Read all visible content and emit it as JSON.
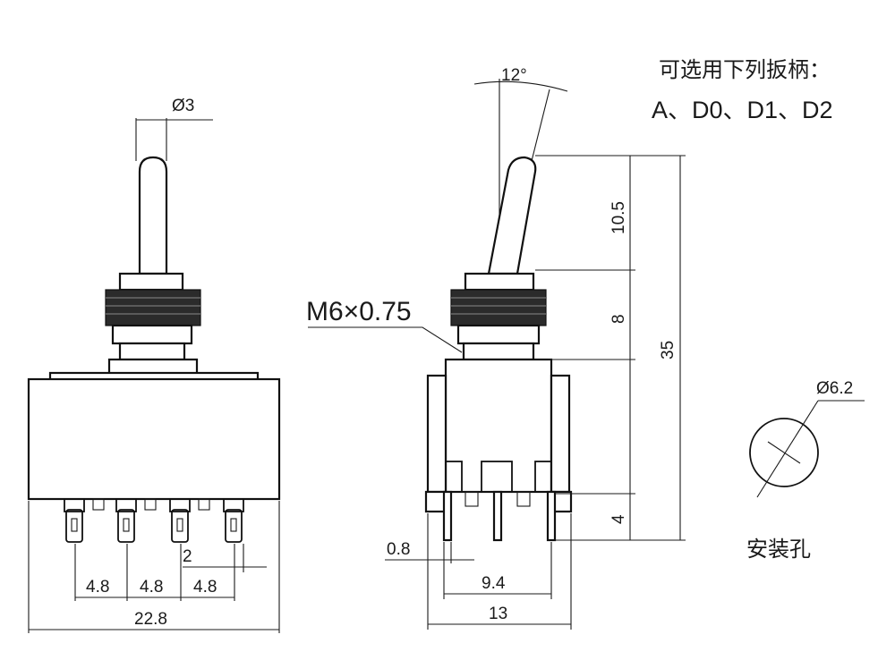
{
  "front_view": {
    "shaft_dia": "Ø3",
    "pitch_1": "4.8",
    "pitch_2": "4.8",
    "pitch_3": "4.8",
    "terminal_width": "2",
    "body_width": "22.8"
  },
  "side_view": {
    "angle": "12°",
    "thread": "M6×0.75",
    "lever_length": "10.5",
    "bushing_length": "8",
    "total_height": "35",
    "terminal_length": "4",
    "terminal_thickness": "0.8",
    "terminal_span": "9.4",
    "body_depth": "13"
  },
  "options": {
    "title": "可选用下列扳柄：",
    "list": "A、D0、D1、D2"
  },
  "mounting_hole": {
    "dia": "Ø6.2",
    "label": "安装孔"
  }
}
